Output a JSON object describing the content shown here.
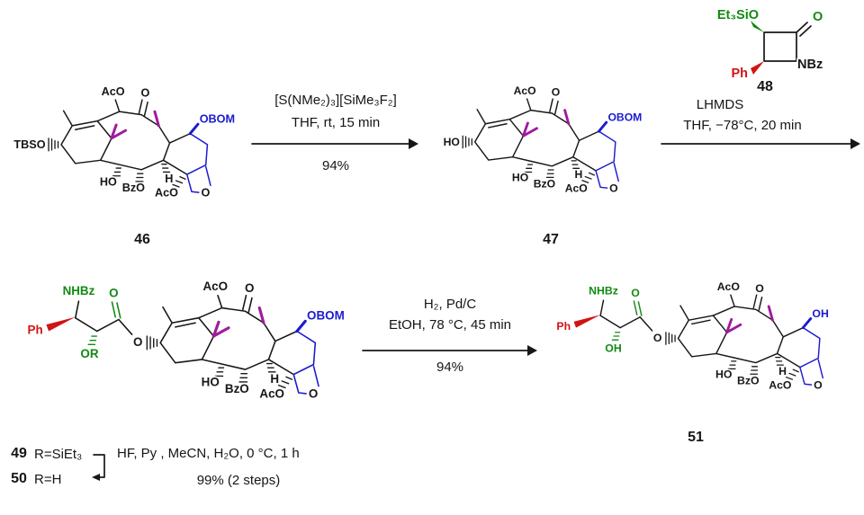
{
  "colors": {
    "ink": "#171717",
    "blue": "#1b1bd0",
    "green": "#128a12",
    "red": "#d01414",
    "magenta": "#a01a9c"
  },
  "reactions": {
    "step1": {
      "line1": "[S(NMe₂)₃][SiMe₃F₂]",
      "line2": "THF, rt, 15 min",
      "yield": "94%"
    },
    "step2": {
      "line1": "LHMDS",
      "line2": "THF, −78°C, 20 min"
    },
    "step3": {
      "line1": "H₂, Pd/C",
      "line2": "EtOH, 78 °C, 45 min",
      "yield": "94%"
    },
    "step4": {
      "conditions": "HF, Py , MeCN, H₂O, 0 °C, 1 h",
      "yield": "99% (2 steps)"
    }
  },
  "variants": {
    "v49": {
      "number": "49",
      "r": "R=SiEt₃"
    },
    "v50": {
      "number": "50",
      "r": "R=H"
    }
  },
  "compounds": {
    "c46": {
      "number": "46",
      "left": "TBSO",
      "top_oac": "AcO",
      "ketone_o": "O",
      "c7": "OBOM",
      "c1_oh": "HO",
      "obz": "BzO",
      "oac": "AcO",
      "h": "H",
      "oxetane_o": "O"
    },
    "c47": {
      "number": "47",
      "left": "HO",
      "top_oac": "AcO",
      "ketone_o": "O",
      "c7": "OBOM",
      "c1_oh": "HO",
      "obz": "BzO",
      "oac": "AcO",
      "h": "H",
      "oxetane_o": "O"
    },
    "c48": {
      "number": "48",
      "silyl": "Et₃SiO",
      "carbonyl_o": "O",
      "n": "NBz",
      "ph": "Ph"
    },
    "c49": {
      "nhbz": "NHBz",
      "ph": "Ph",
      "c2o": "OR",
      "carbonyl_o": "O",
      "ester_o": "O",
      "top_oac": "AcO",
      "ketone_o": "O",
      "c7": "OBOM",
      "c1_oh": "HO",
      "obz": "BzO",
      "oac": "AcO",
      "h": "H",
      "oxetane_o": "O"
    },
    "c51": {
      "number": "51",
      "nhbz": "NHBz",
      "ph": "Ph",
      "c2o": "OH",
      "carbonyl_o": "O",
      "ester_o": "O",
      "top_oac": "AcO",
      "ketone_o": "O",
      "c7": "OH",
      "c1_oh": "HO",
      "obz": "BzO",
      "oac": "AcO",
      "h": "H",
      "oxetane_o": "O"
    }
  }
}
